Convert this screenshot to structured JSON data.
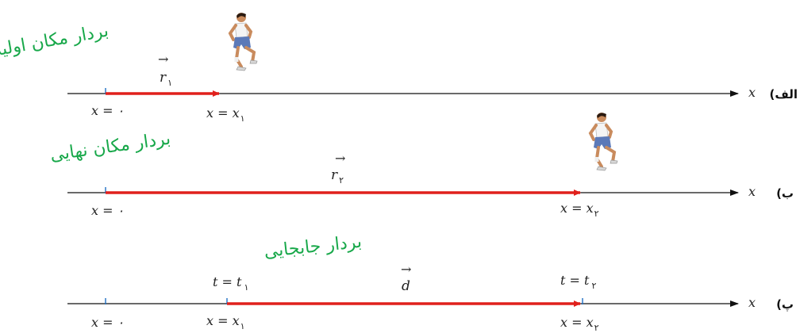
{
  "colors": {
    "axis": "#111111",
    "vector": "#e0201c",
    "tick": "#1f6fc4",
    "handwriting": "#18a84a"
  },
  "icons": [
    "running-man-icon",
    "arrow-right-icon"
  ],
  "panel_a": {
    "label": "(الف",
    "axis_label": "x",
    "origin_label": "x = ۰",
    "end_label_main": "x = x",
    "end_label_sub": "۱",
    "vector_symbol": "r",
    "vector_sub": "۱",
    "handwritten_note": "بردار مکان اولیه"
  },
  "panel_b": {
    "label": "(ب",
    "axis_label": "x",
    "origin_label": "x = ۰",
    "end_label_main": "x = x",
    "end_label_sub": "۲",
    "vector_symbol": "r",
    "vector_sub": "۲",
    "handwritten_note": "بردار مکان نهایی"
  },
  "panel_c": {
    "label": "(پ",
    "axis_label": "x",
    "origin_label": "x = ۰",
    "start_label_main": "x = x",
    "start_label_sub": "۱",
    "end_label_main": "x = x",
    "end_label_sub": "۲",
    "t1_main": "t = t",
    "t1_sub": "۱",
    "t2_main": "t = t",
    "t2_sub": "۲",
    "vector_symbol": "d",
    "handwritten_note": "بردار جابجایی"
  }
}
